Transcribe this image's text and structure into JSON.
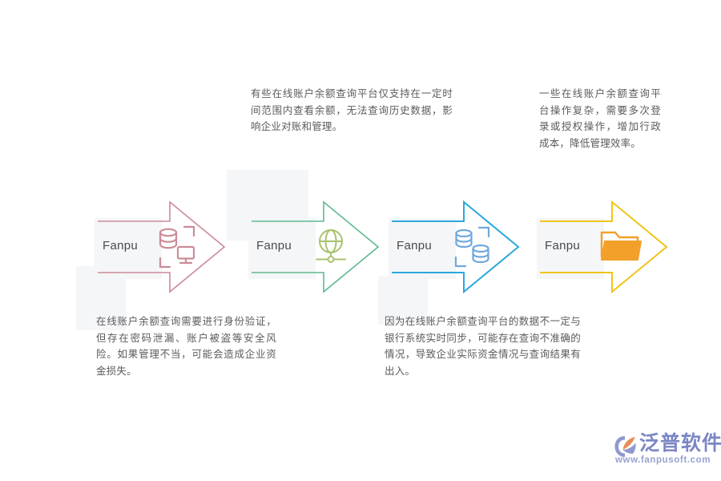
{
  "diagram": {
    "type": "four-stage-arrow-flow",
    "background": "#ffffff",
    "stages": [
      {
        "label": "Fanpu",
        "color": "#cb8c97",
        "icon": "database-monitor-scan-icon",
        "tail_side": "top"
      },
      {
        "label": "Fanpu",
        "color": "#5fba8e",
        "icon": "globe-network-icon",
        "icon_color": "#a8c26e",
        "tail_side": "bottom"
      },
      {
        "label": "Fanpu",
        "color": "#2aa8dd",
        "icon": "database-stack-scan-icon",
        "icon_color": "#6fa8dc",
        "tail_side": "top"
      },
      {
        "label": "Fanpu",
        "color": "#f0c419",
        "icon": "folder-icon",
        "icon_color": "#f2a02a",
        "tail_side": "bottom"
      }
    ],
    "notes": [
      {
        "id": "note-top-1",
        "position": "top",
        "text": "有些在线账户余额查询平台仅支持在一定时间范围内查看余额，无法查询历史数据，影响企业对账和管理。"
      },
      {
        "id": "note-top-2",
        "position": "top",
        "text": "一些在线账户余额查询平台操作复杂，需要多次登录或授权操作，增加行政成本，降低管理效率。"
      },
      {
        "id": "note-bottom-1",
        "position": "bottom",
        "text": "在线账户余额查询需要进行身份验证，但存在密码泄漏、账户被盗等安全风险。如果管理不当，可能会造成企业资金损失。"
      },
      {
        "id": "note-bottom-2",
        "position": "bottom",
        "text": "因为在线账户余额查询平台的数据不一定与银行系统实时同步，可能存在查询不准确的情况，导致企业实际资金情况与查询结果有出入。"
      }
    ]
  },
  "logo": {
    "brand": "泛普软件",
    "url": "www.fanpusoft.com",
    "brand_color": "#7b86c4",
    "mark_color": "#e98d5a"
  }
}
